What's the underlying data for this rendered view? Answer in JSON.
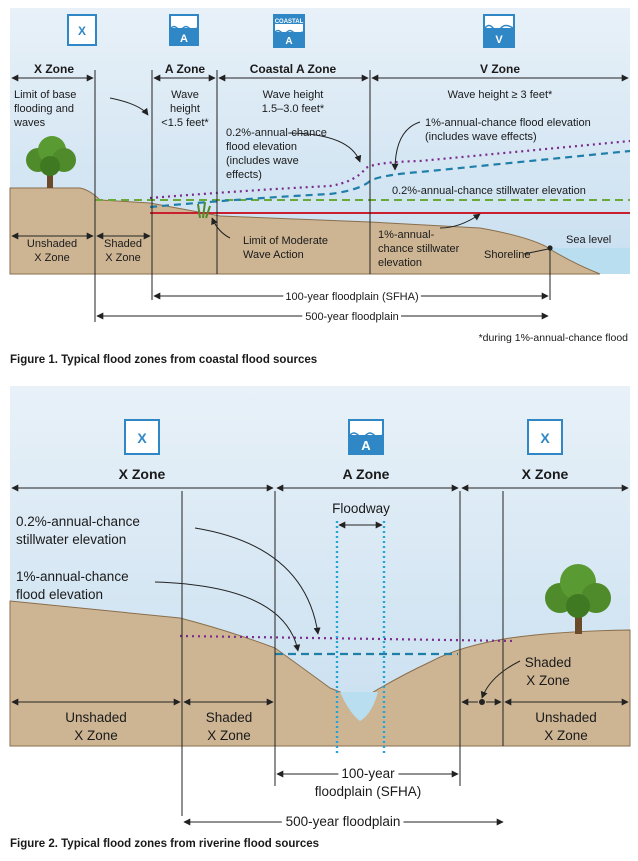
{
  "figure1": {
    "caption": "Figure 1. Typical flood zones from coastal flood sources",
    "icons": {
      "x": "X",
      "a": "A",
      "coastal_top": "COASTAL",
      "coastal_letter": "A",
      "v": "V"
    },
    "zones": {
      "x": "X Zone",
      "a": "A Zone",
      "coastal_a": "Coastal A Zone",
      "v": "V Zone"
    },
    "limit_base": [
      "Limit of base",
      "flooding and",
      "waves"
    ],
    "wave_a": [
      "Wave",
      "height",
      "<1.5 feet*"
    ],
    "wave_coastal": [
      "Wave height",
      "1.5–3.0 feet*"
    ],
    "wave_v": "Wave height ≥ 3 feet*",
    "flood02": [
      "0.2%-annual-chance",
      "flood elevation",
      "(includes wave",
      "effects)"
    ],
    "flood1": [
      "1%-annual-chance flood elevation",
      "(includes wave effects)"
    ],
    "stillwater02": "0.2%-annual-chance stillwater elevation",
    "stillwater1": [
      "1%-annual-",
      "chance stillwater",
      "elevation"
    ],
    "lima": [
      "Limit of Moderate",
      "Wave Action"
    ],
    "unshaded": [
      "Unshaded",
      "X Zone"
    ],
    "shaded": [
      "Shaded",
      "X Zone"
    ],
    "sealevel": "Sea level",
    "shoreline": "Shoreline",
    "fp100": "100-year floodplain (SFHA)",
    "fp500": "500-year floodplain",
    "footnote": "*during 1%-annual-chance flood"
  },
  "figure2": {
    "caption": "Figure 2. Typical flood zones from riverine flood sources",
    "icons": {
      "x_left": "X",
      "a": "A",
      "x_right": "X"
    },
    "zones": {
      "x_left": "X Zone",
      "a": "A Zone",
      "x_right": "X Zone"
    },
    "floodway": "Floodway",
    "still02": [
      "0.2%-annual-chance",
      "stillwater elevation"
    ],
    "flood1": [
      "1%-annual-chance",
      "flood elevation"
    ],
    "shaded_right": [
      "Shaded",
      "X Zone"
    ],
    "unshaded_left": [
      "Unshaded",
      "X Zone"
    ],
    "shaded_left": [
      "Shaded",
      "X Zone"
    ],
    "unshaded_right": [
      "Unshaded",
      "X Zone"
    ],
    "fp100": [
      "100-year",
      "floodplain (SFHA)"
    ],
    "fp500": "500-year floodplain"
  },
  "colors": {
    "sky": "#cfe3f1",
    "ground": "#cdb594",
    "ground_edge": "#8a6e4b",
    "icon_blue": "#2f87c5",
    "water": "#b9def0",
    "purple_dotted": "#7a2b8c",
    "teal_dashed": "#1f7fa8",
    "green_dashed": "#6aa83a",
    "red_line": "#c8202f",
    "tree_green": "#4f8a2b"
  }
}
